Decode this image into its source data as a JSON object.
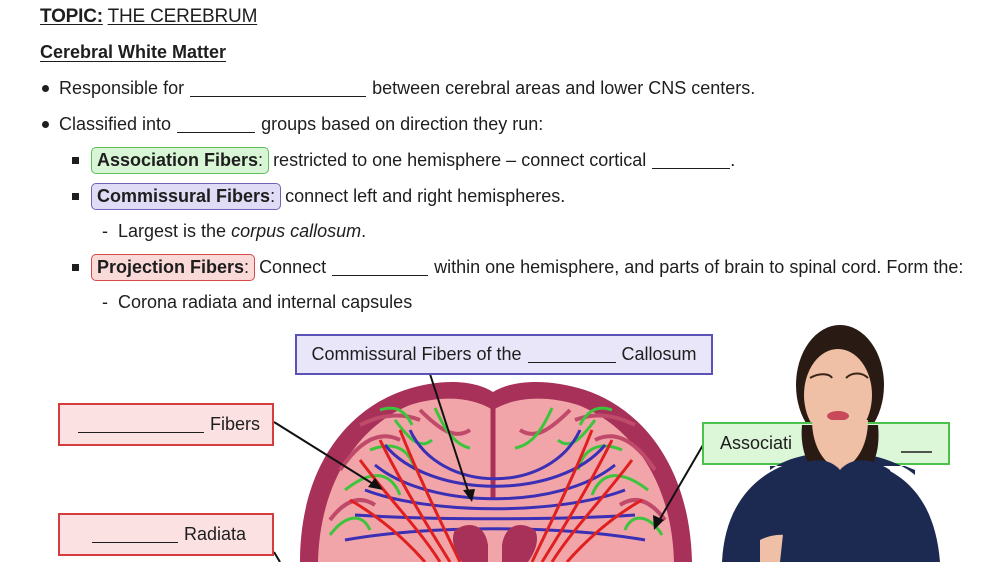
{
  "topic": {
    "prefix": "TOPIC:",
    "title": "THE CEREBRUM"
  },
  "section": {
    "heading": "Cerebral White Matter"
  },
  "bullets": [
    {
      "before": "Responsible for",
      "after": "between cerebral areas and lower CNS centers."
    },
    {
      "before": "Classified into",
      "after": "groups based on direction they run:"
    }
  ],
  "fibers": {
    "association": {
      "tag": "Association Fibers",
      "suffix": ":",
      "text": "restricted to one hemisphere – connect cortical",
      "end": "."
    },
    "commissural": {
      "tag": "Commissural Fibers",
      "suffix": ":",
      "text": "connect left and right hemispheres."
    },
    "commissural_sub": {
      "before": "Largest is the",
      "italic": "corpus callosum",
      "end": "."
    },
    "projection": {
      "tag": "Projection Fibers",
      "suffix": ":",
      "before": "Connect",
      "after": "within one hemisphere, and parts of brain to spinal cord. Form the:"
    },
    "projection_sub": {
      "text": "Corona radiata and internal capsules"
    }
  },
  "diagram_labels": {
    "commissural": {
      "before": "Commissural Fibers of the",
      "after": "Callosum"
    },
    "fibers": {
      "after": "Fibers"
    },
    "radiata": {
      "after": "Radiata"
    },
    "association": {
      "visible": "Associati"
    }
  },
  "colors": {
    "brain_outer": "#a8315a",
    "brain_fill": "#f2a5a8",
    "commissural_line": "#3a2fb5",
    "projection_line": "#e02020",
    "association_line": "#3cc43c",
    "presenter_top": "#1c2a52"
  }
}
